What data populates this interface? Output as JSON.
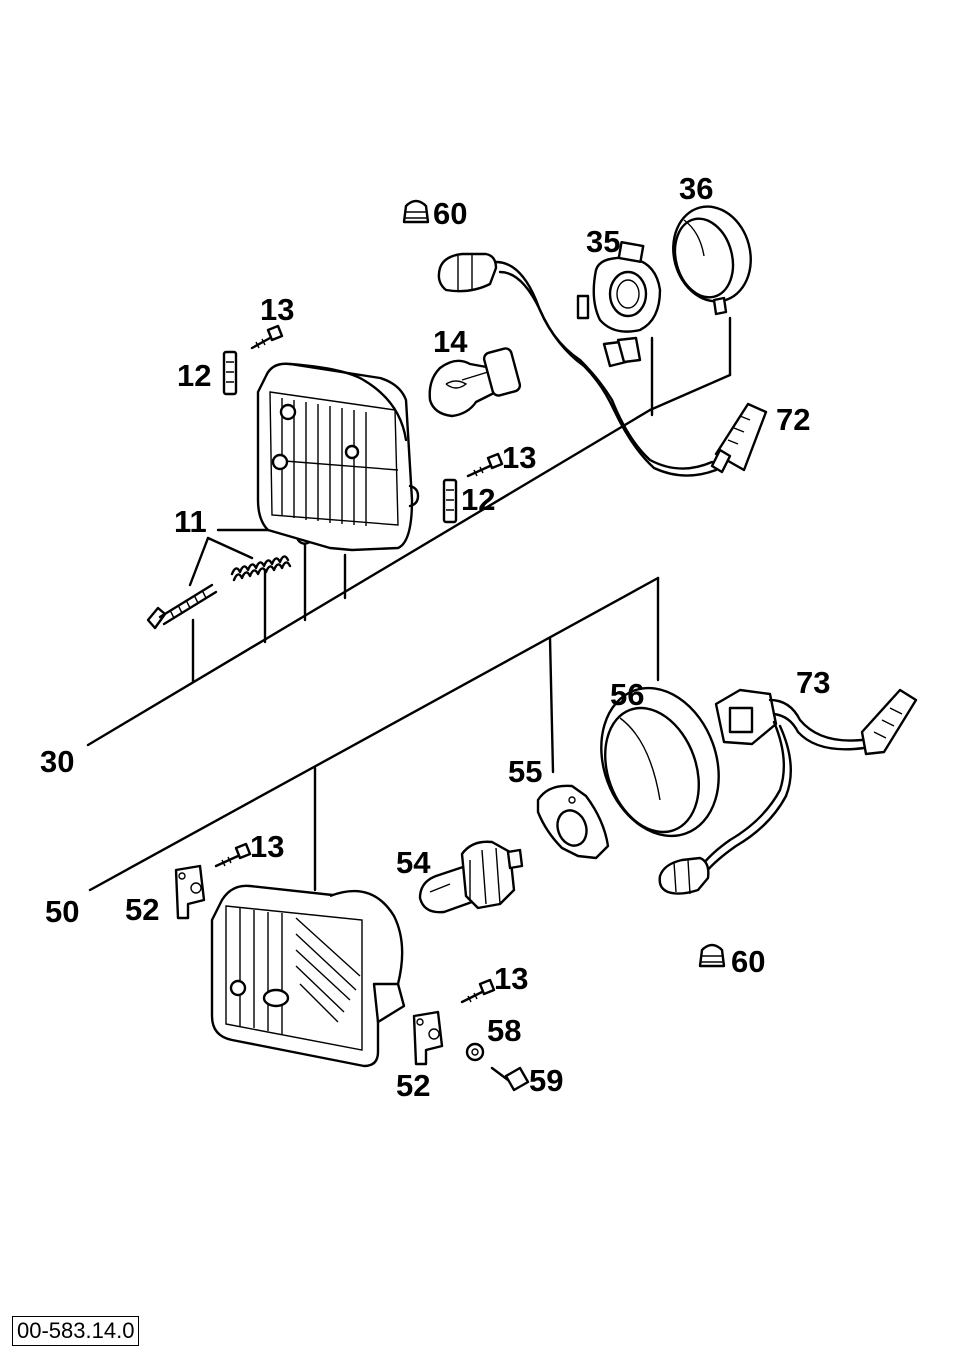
{
  "reference_code": "00-583.14.0",
  "callouts": {
    "c11": "11",
    "c12a": "12",
    "c12b": "12",
    "c13a": "13",
    "c13b": "13",
    "c13c": "13",
    "c13d": "13",
    "c14": "14",
    "c30": "30",
    "c35": "35",
    "c36": "36",
    "c50": "50",
    "c52a": "52",
    "c52b": "52",
    "c54": "54",
    "c55": "55",
    "c56": "56",
    "c58": "58",
    "c59": "59",
    "c60a": "60",
    "c60b": "60",
    "c72": "72",
    "c73": "73"
  }
}
